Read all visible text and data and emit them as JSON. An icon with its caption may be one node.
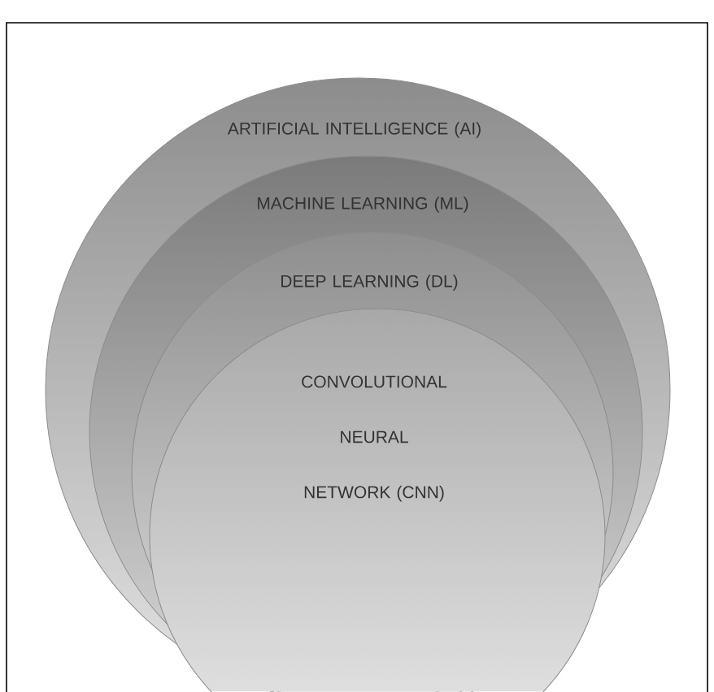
{
  "diagram": {
    "nodes": [
      {
        "text": [
          "ARTIFICIAL INTELLIGENCE (AI)"
        ]
      },
      {
        "text": [
          "MACHINE LEARNING (ML)"
        ],
        "in": 0
      },
      {
        "text": [
          "DEEP LEARNING (DL)"
        ],
        "in": 1
      },
      {
        "text": [
          "CONVOLUTIONAL NEURAL NETWORK (CNN)"
        ],
        "in": 2
      }
    ]
  }
}
